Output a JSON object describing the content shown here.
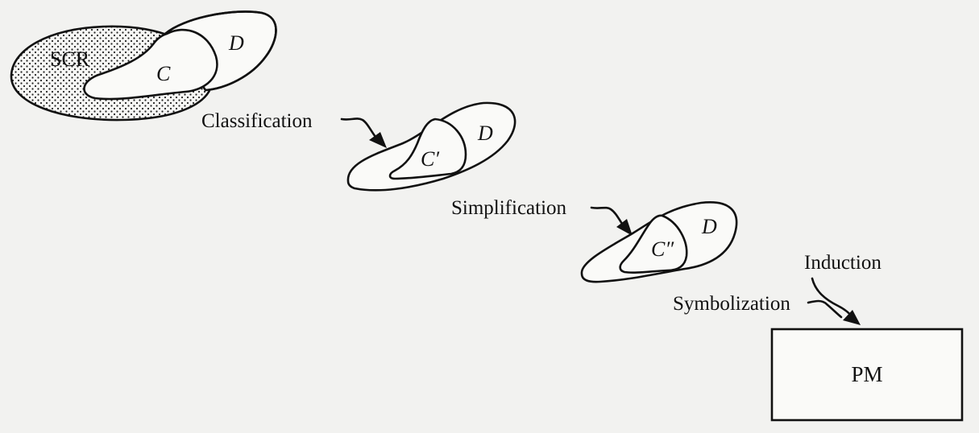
{
  "labels": {
    "scr": "SCR",
    "c": "C",
    "d1": "D",
    "c_prime": "C′",
    "d2": "D",
    "c_double_prime": "C″",
    "d3": "D",
    "pm": "PM"
  },
  "steps": {
    "classification": "Classification",
    "simplification": "Simplification",
    "symbolization": "Symbolization",
    "induction": "Induction"
  },
  "colors": {
    "ink": "#111111",
    "paper": "#f2f2f0"
  }
}
